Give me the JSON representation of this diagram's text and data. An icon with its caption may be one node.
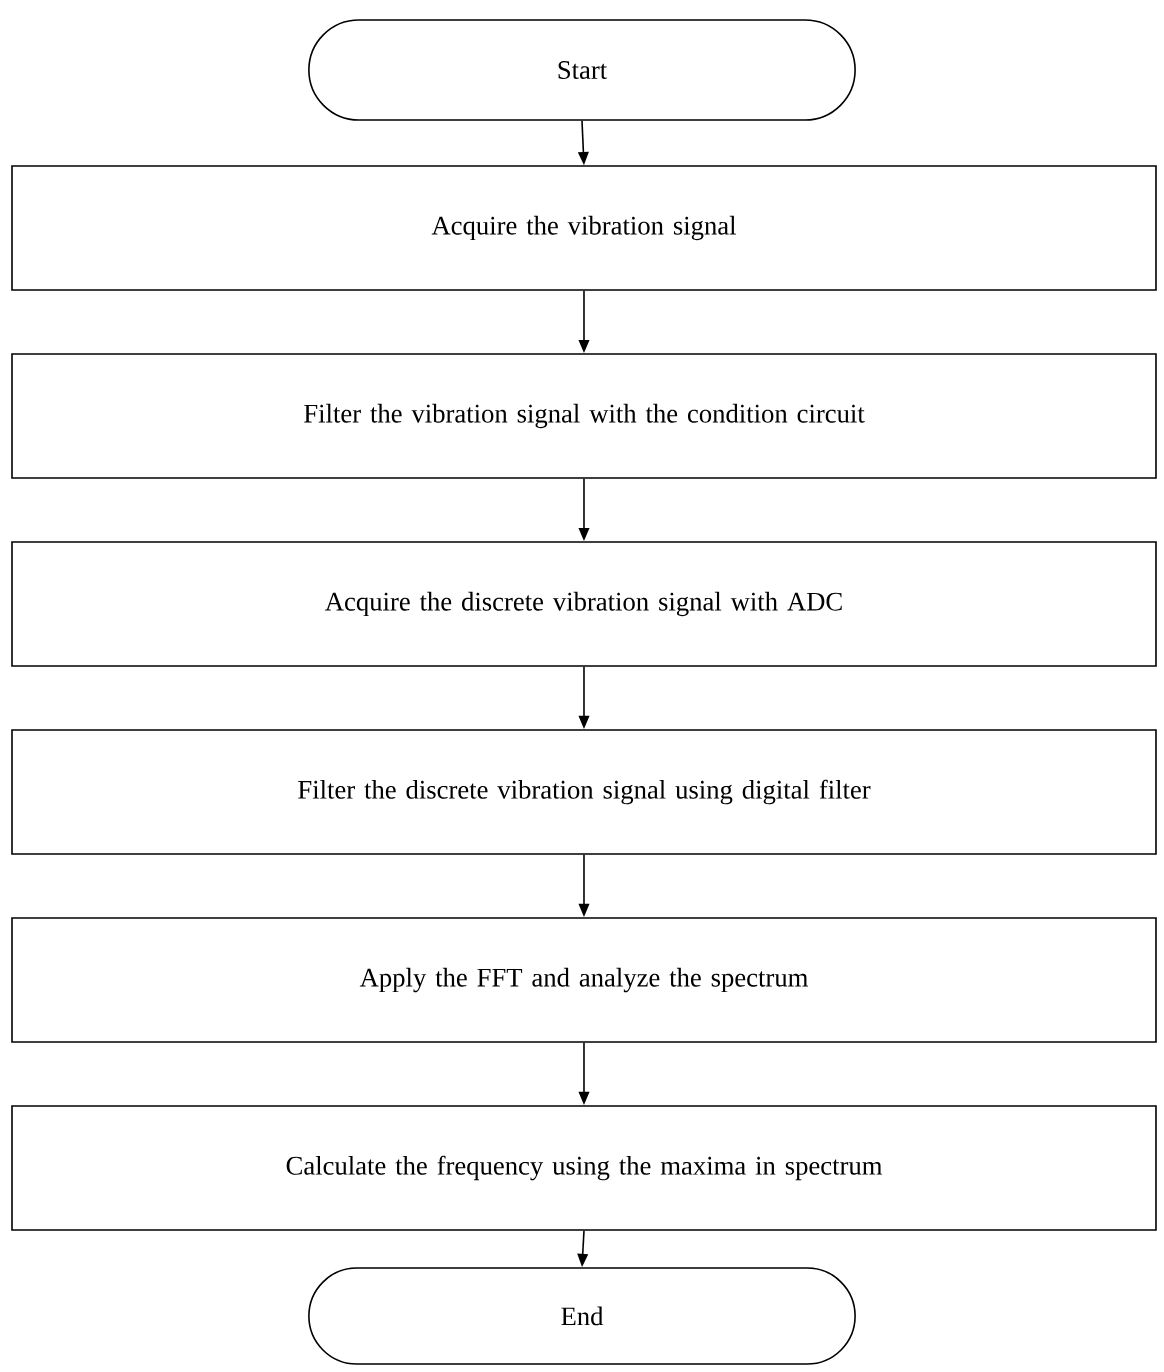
{
  "diagram": {
    "nodes": [
      {
        "text": [
          "Start"
        ]
      },
      {
        "text": [
          "Acquire the vibration signal"
        ]
      },
      {
        "text": [
          "Filter the vibration signal with the condition circuit"
        ]
      },
      {
        "text": [
          "Acquire the discrete vibration signal with ADC"
        ]
      },
      {
        "text": [
          "Filter the discrete vibration signal using digital filter"
        ]
      },
      {
        "text": [
          "Apply the FFT and analyze the spectrum"
        ]
      },
      {
        "text": [
          "Calculate the frequency using the maxima in spectrum"
        ]
      },
      {
        "text": [
          "End"
        ]
      }
    ],
    "edges": [
      {
        "from": 0,
        "to": 1,
        "arrow": "to"
      },
      {
        "from": 1,
        "to": 2,
        "arrow": "to"
      },
      {
        "from": 2,
        "to": 3,
        "arrow": "to"
      },
      {
        "from": 3,
        "to": 4,
        "arrow": "to"
      },
      {
        "from": 4,
        "to": 5,
        "arrow": "to"
      },
      {
        "from": 5,
        "to": 6,
        "arrow": "to"
      },
      {
        "from": 6,
        "to": 7,
        "arrow": "to"
      }
    ]
  }
}
